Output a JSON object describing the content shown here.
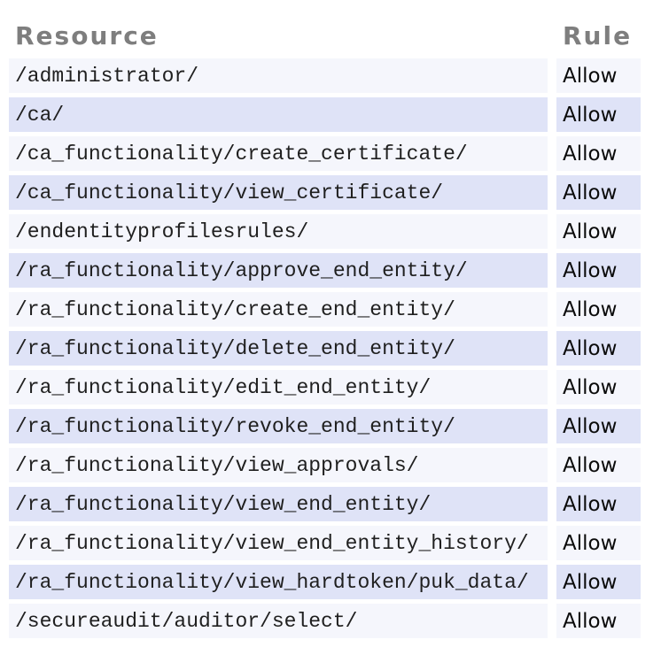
{
  "table": {
    "headers": {
      "resource": "Resource",
      "rule": "Rule"
    },
    "rows": [
      {
        "resource": "/administrator/",
        "rule": "Allow"
      },
      {
        "resource": "/ca/",
        "rule": "Allow"
      },
      {
        "resource": "/ca_functionality/create_certificate/",
        "rule": "Allow"
      },
      {
        "resource": "/ca_functionality/view_certificate/",
        "rule": "Allow"
      },
      {
        "resource": "/endentityprofilesrules/",
        "rule": "Allow"
      },
      {
        "resource": "/ra_functionality/approve_end_entity/",
        "rule": "Allow"
      },
      {
        "resource": "/ra_functionality/create_end_entity/",
        "rule": "Allow"
      },
      {
        "resource": "/ra_functionality/delete_end_entity/",
        "rule": "Allow"
      },
      {
        "resource": "/ra_functionality/edit_end_entity/",
        "rule": "Allow"
      },
      {
        "resource": "/ra_functionality/revoke_end_entity/",
        "rule": "Allow"
      },
      {
        "resource": "/ra_functionality/view_approvals/",
        "rule": "Allow"
      },
      {
        "resource": "/ra_functionality/view_end_entity/",
        "rule": "Allow"
      },
      {
        "resource": "/ra_functionality/view_end_entity_history/",
        "rule": "Allow"
      },
      {
        "resource": "/ra_functionality/view_hardtoken/puk_data/",
        "rule": "Allow"
      },
      {
        "resource": "/secureaudit/auditor/select/",
        "rule": "Allow"
      }
    ]
  },
  "colors": {
    "row_light": "#f5f6fc",
    "row_dark": "#dfe3f7",
    "header_text": "#7e7e7e",
    "resource_text": "#1f1f1f",
    "rule_text": "#0a0a0a"
  }
}
